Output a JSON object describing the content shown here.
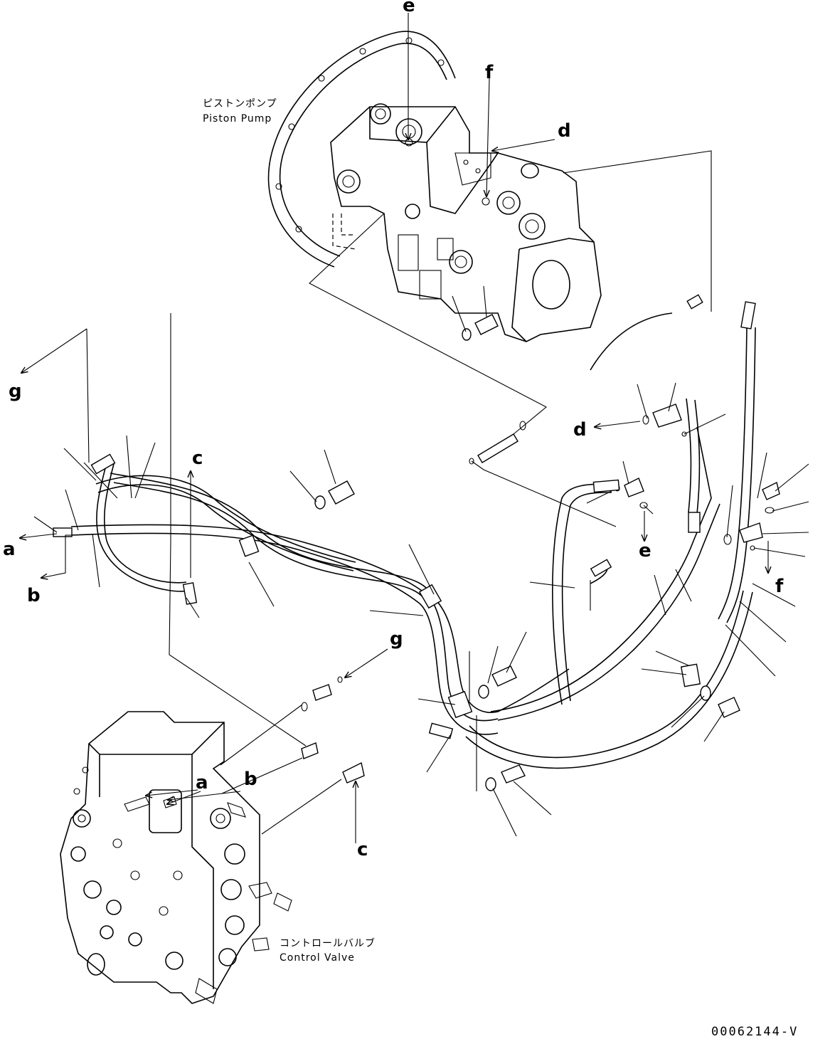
{
  "captions": {
    "piston_pump_jp": "ピストンポンプ",
    "piston_pump_en": "Piston Pump",
    "control_valve_jp": "コントロールバルブ",
    "control_valve_en": "Control Valve"
  },
  "ref_letters": {
    "a": "a",
    "b": "b",
    "c": "c",
    "d": "d",
    "e": "e",
    "f": "f",
    "g": "g"
  },
  "figure_code": "00062144-V"
}
